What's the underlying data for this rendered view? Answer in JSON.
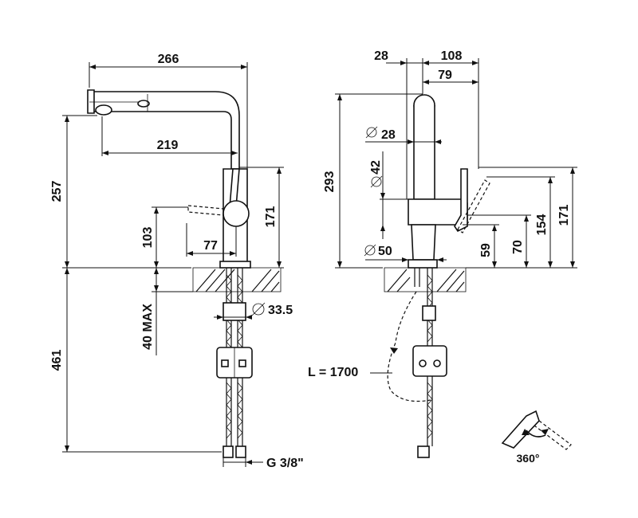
{
  "dimensions": {
    "side_view": {
      "total_width": "266",
      "spout_reach": "219",
      "total_height": "257",
      "lever_height": "171",
      "handle_height": "103",
      "body_offset": "77",
      "deck_thickness": "40 MAX",
      "below_deck_length": "461",
      "shank_diameter": "33.5",
      "connection_thread": "G 3/8\""
    },
    "front_view": {
      "offset_left": "28",
      "width_right": "108",
      "spout_to_lever": "79",
      "total_height": "293",
      "spout_diameter": "28",
      "body_diameter_upper": "42",
      "base_diameter": "50",
      "height_59": "59",
      "height_70": "70",
      "height_154": "154",
      "height_171": "171",
      "hose_length": "L = 1700"
    },
    "rotation": "360°"
  }
}
